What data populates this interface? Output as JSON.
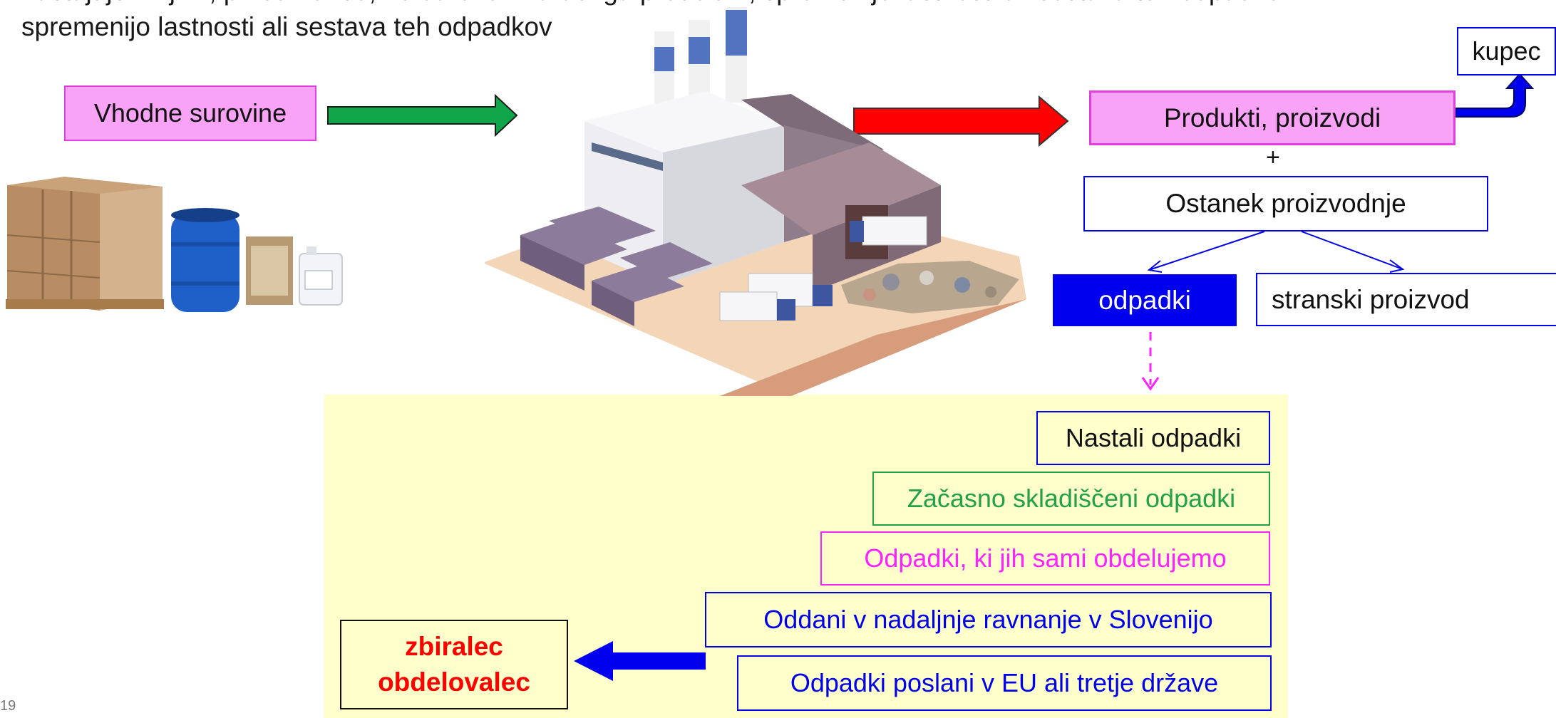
{
  "intro": {
    "line1": "nastajajo z njimi, pri čemer se, ne da bi bili zaradi ga predelani, spremenijo lastnosti ali sestava teh odpadkov",
    "line2": "spremenijo lastnosti ali sestava teh odpadkov"
  },
  "flow": {
    "input_label": "Vhodne surovine",
    "product_label": "Produkti, proizvodi",
    "plus_sign": "+",
    "buyer_label": "kupec",
    "residue_label": "Ostanek proizvodnje",
    "waste_label": "odpadki",
    "byproduct_label": "stranski proizvod"
  },
  "waste_stages": [
    "Nastali odpadki",
    "Začasno skladiščeni odpadki",
    "Odpadki, ki jih sami obdelujemo",
    "Oddani v nadaljnje ravnanje v Slovenijo",
    "Odpadki poslani v EU ali tretje države"
  ],
  "collector": {
    "line1": "zbiralec",
    "line2": "obdelovalec"
  },
  "slide_number": "19",
  "colors": {
    "pink_fill": "#f9a3f7",
    "pink_border": "#e040e0",
    "blue": "#0000ee",
    "green": "#22a04a",
    "magenta": "#ff22ff",
    "red": "#ff0000",
    "yellow_panel": "#ffffcc"
  }
}
